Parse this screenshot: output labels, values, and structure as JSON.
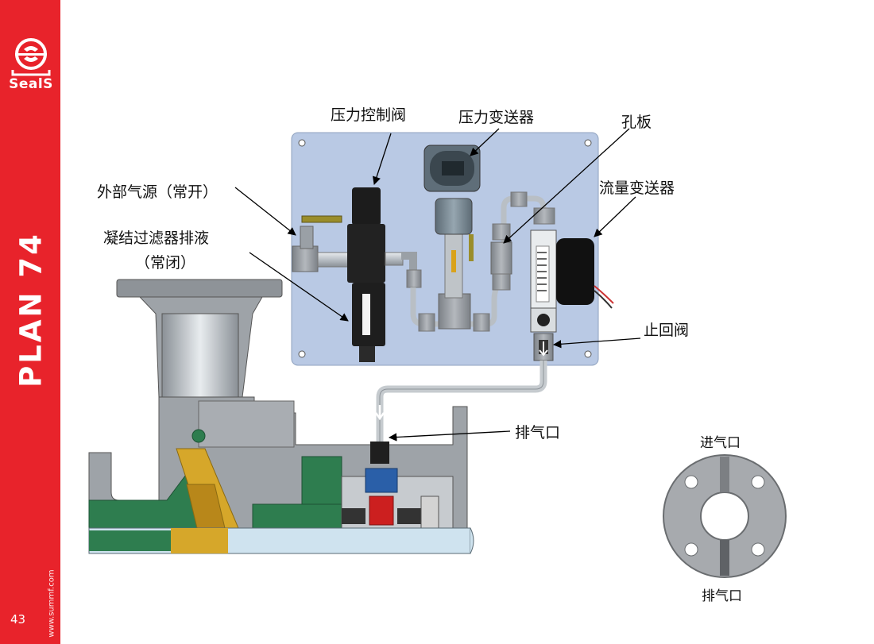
{
  "sidebar": {
    "logo_text": "SealS",
    "title": "PLAN 74",
    "page_number": "43",
    "website": "www.summf.com"
  },
  "labels": {
    "pressure_control_valve": "压力控制阀",
    "pressure_transmitter": "压力变送器",
    "orifice": "孔板",
    "flow_transmitter": "流量变送器",
    "external_gas_source": "外部气源（常开）",
    "condensate_drain": "凝结过滤器排液",
    "condensate_drain_state": "（常闭）",
    "check_valve": "止回阀",
    "vent_port": "排气口",
    "flange_inlet": "进气口",
    "flange_vent": "排气口"
  },
  "colors": {
    "brand_red": "#e8232b",
    "panel": "#b9c9e4",
    "housing": "#a5a9ae",
    "green": "#2e7d4f",
    "brass": "#d6a72a",
    "shaft": "#cfe3ef"
  }
}
